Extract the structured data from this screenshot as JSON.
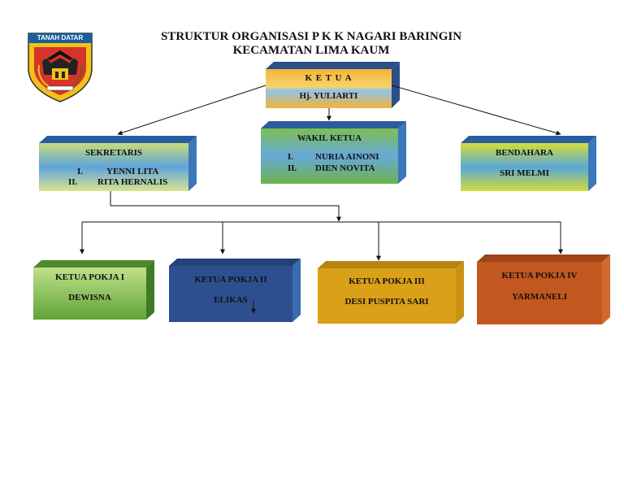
{
  "header": {
    "title_line1": "STRUKTUR ORGANISASI P K K NAGARI BARINGIN",
    "title_line2": "KECAMATAN LIMA KAUM"
  },
  "logo": {
    "text": "TANAH DATAR",
    "icon": "regency-crest-icon"
  },
  "ketua": {
    "role": "K E T U A",
    "name": "Hj. YULIARTI"
  },
  "wakil_ketua": {
    "role": "WAKIL KETUA",
    "members": [
      {
        "num": "I.",
        "name": "NURIA AINONI"
      },
      {
        "num": "II.",
        "name": "DIEN NOVITA"
      }
    ]
  },
  "sekretaris": {
    "role": "SEKRETARIS",
    "members": [
      {
        "num": "I.",
        "name": "YENNI LITA"
      },
      {
        "num": "II.",
        "name": "RITA HERNALIS"
      }
    ]
  },
  "bendahara": {
    "role": "BENDAHARA",
    "name": "SRI MELMI"
  },
  "pokja": [
    {
      "role": "KETUA POKJA I",
      "name": "DEWISNA"
    },
    {
      "role": "KETUA POKJA II",
      "name": "ELIKAS"
    },
    {
      "role": "KETUA POKJA III",
      "name": "DESI PUSPITA SARI"
    },
    {
      "role": "KETUA POKJA IV",
      "name": "YARMANELI"
    }
  ],
  "colors": {
    "pokja1": "#6cae3e",
    "pokja2": "#2e4f8f",
    "pokja3": "#d9a018",
    "pokja4": "#c2571f"
  }
}
